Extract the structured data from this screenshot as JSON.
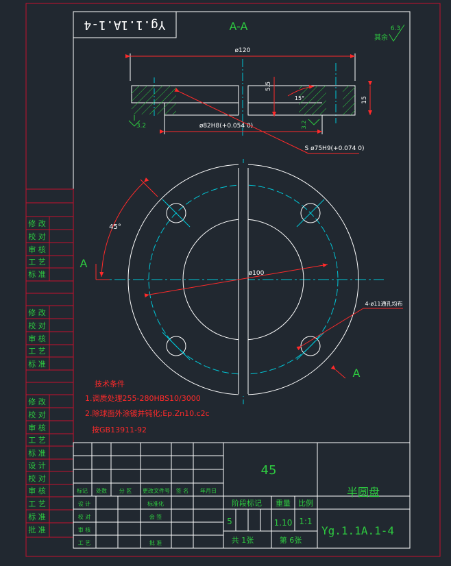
{
  "stamp": {
    "code": "Yg.1.1A.1-4"
  },
  "section": {
    "label": "A-A",
    "surface_note": "其余",
    "roughness_main": "6.3",
    "roughness_a": "3.2",
    "roughness_b": "3.2",
    "dim_overall": "ø120",
    "dim_bore": "ø82H8(+0.054 0)",
    "dim_sphere": "S ø75H9(+0.074 0)",
    "dim_step": "5.5",
    "dim_thick": "15",
    "dim_angle": "15°"
  },
  "plan": {
    "angle": "45°",
    "view_a_left": "A",
    "view_a_right": "A",
    "dim_pcd": "ø100",
    "hole_note": "4-ø11通孔均布"
  },
  "side_tables": [
    [
      "修 改",
      "校 对",
      "审 核",
      "工 艺",
      "标 准"
    ],
    [
      "修 改",
      "校 对",
      "审 核",
      "工 艺",
      "标 准"
    ],
    [
      "修 改",
      "校 对",
      "审 核",
      "工 艺",
      "标 准",
      "设 计",
      "校 对",
      "审 核",
      "工 艺",
      "标 准",
      "批 准"
    ]
  ],
  "tech_req": {
    "title": "技术条件",
    "line1": "1.调质处理255-280HBS10/3000",
    "line2": "2.除球面外涂镀并钝化;Ep.Zn10.c2c",
    "line3": "按GB13911-92"
  },
  "title_block": {
    "material": "45",
    "part_name": "半圆盘",
    "drawing_no": "Yg.1.1A.1-4",
    "hdr_mark": "标记",
    "hdr_count": "处数",
    "hdr_zone": "分 区",
    "hdr_doc": "更改文件号",
    "hdr_sign": "签 名",
    "hdr_date": "年月日",
    "design": "设 计",
    "check": "校 对",
    "review": "审 核",
    "process": "工 艺",
    "std": "标准化",
    "countersign": "会 签",
    "approve": "批 准",
    "stage_label": "阶段标记",
    "weight_label": "重量",
    "scale_label": "比例",
    "stage_value": "5",
    "weight_value": "1.10",
    "scale_value": "1:1",
    "sheets_total": "共 1张",
    "sheet_no": "第 6张"
  }
}
